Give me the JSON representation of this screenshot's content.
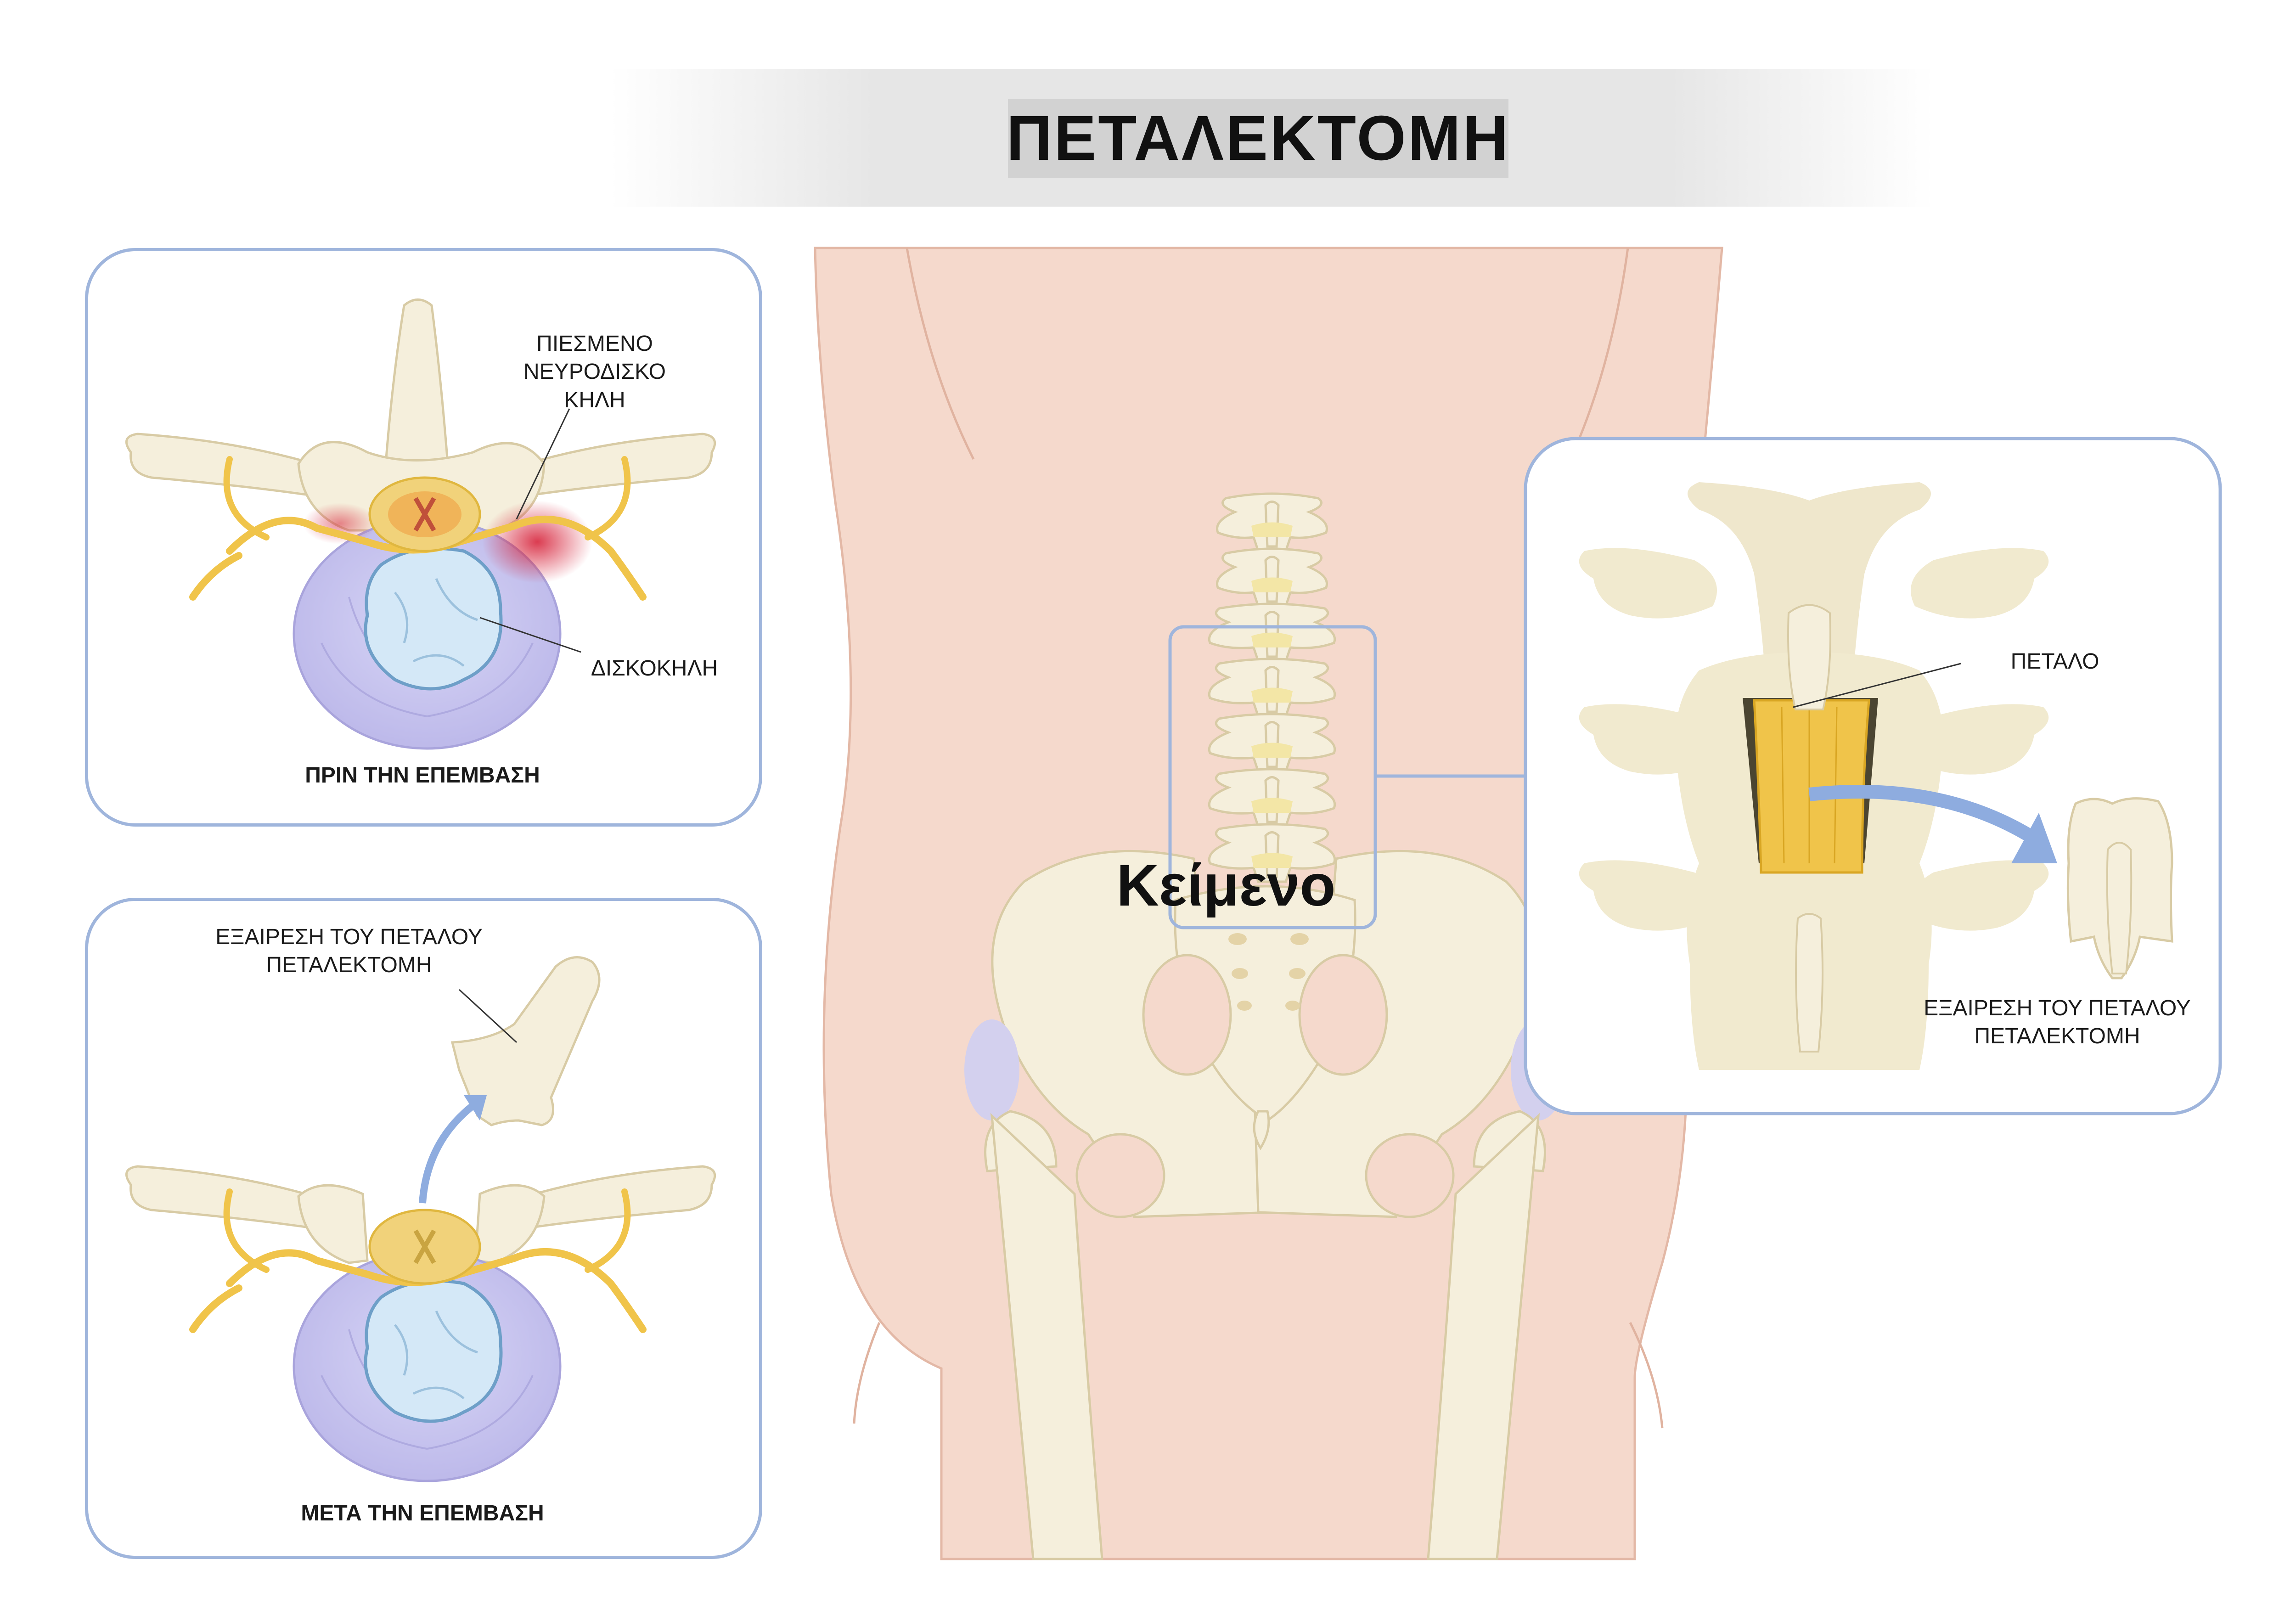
{
  "title": "ΠΕΤΑΛΕΚΤΟΜΗ",
  "center_label": "Κείμενο",
  "panel_before": {
    "caption": "ΠΡΙΝ ΤΗΝ ΕΠΕΜΒΑΣΗ",
    "label_nerve": [
      "ΠΙΕΣΜΕΝΟ",
      "ΝΕΥΡΟΔΙΣΚΟ",
      "ΚΗΛΗ"
    ],
    "label_disc": "ΔΙΣΚΟΚΗΛΗ"
  },
  "panel_after": {
    "caption": "ΜΕΤΑ ΤΗΝ ΕΠΕΜΒΑΣΗ",
    "label_removal": [
      "ΕΞΑΙΡΕΣΗ ΤΟΥ ΠΕΤΑΛΟΥ",
      "ΠΕΤΑΛΕΚΤΟΜΗ"
    ]
  },
  "panel_zoom": {
    "label_lamina": "ΠΕΤΑΛΟ",
    "label_removal": [
      "ΕΞΑΙΡΕΣΗ ΤΟΥ ΠΕΤΑΛΟΥ",
      "ΠΕΤΑΛΕΚΤΟΜΗ"
    ]
  },
  "colors": {
    "panel_border": "#9fb5dc",
    "skin": "#f5d9cc",
    "bone": "#f5efdc",
    "nerve": "#f0c44a",
    "disc": "#c5c3ee",
    "nucleus": "#d4e8f7",
    "inflammation": "#d7263d",
    "arrow": "#8eacdf"
  }
}
